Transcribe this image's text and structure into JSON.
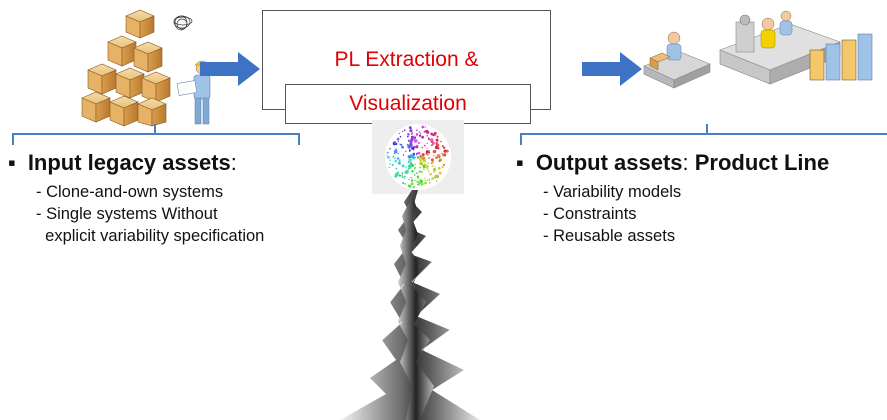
{
  "center": {
    "title": "PL Extraction &",
    "subtitle": "Visualization"
  },
  "input": {
    "bullet": "▪",
    "heading_bold": "Input legacy assets",
    "heading_rest": ":",
    "items": [
      "- Clone-and-own systems",
      "- Single systems Without",
      "  explicit variability specification"
    ]
  },
  "output": {
    "bullet": "▪",
    "heading_bold": "Output assets",
    "heading_mid": ": ",
    "heading_bold2": "Product Line",
    "items": [
      "- Variability models",
      "- Constraints",
      "- Reusable assets"
    ]
  },
  "colors": {
    "accent_red": "#e00000",
    "arrow_blue": "#3d72c4",
    "bracket_blue": "#4a7fc1"
  }
}
